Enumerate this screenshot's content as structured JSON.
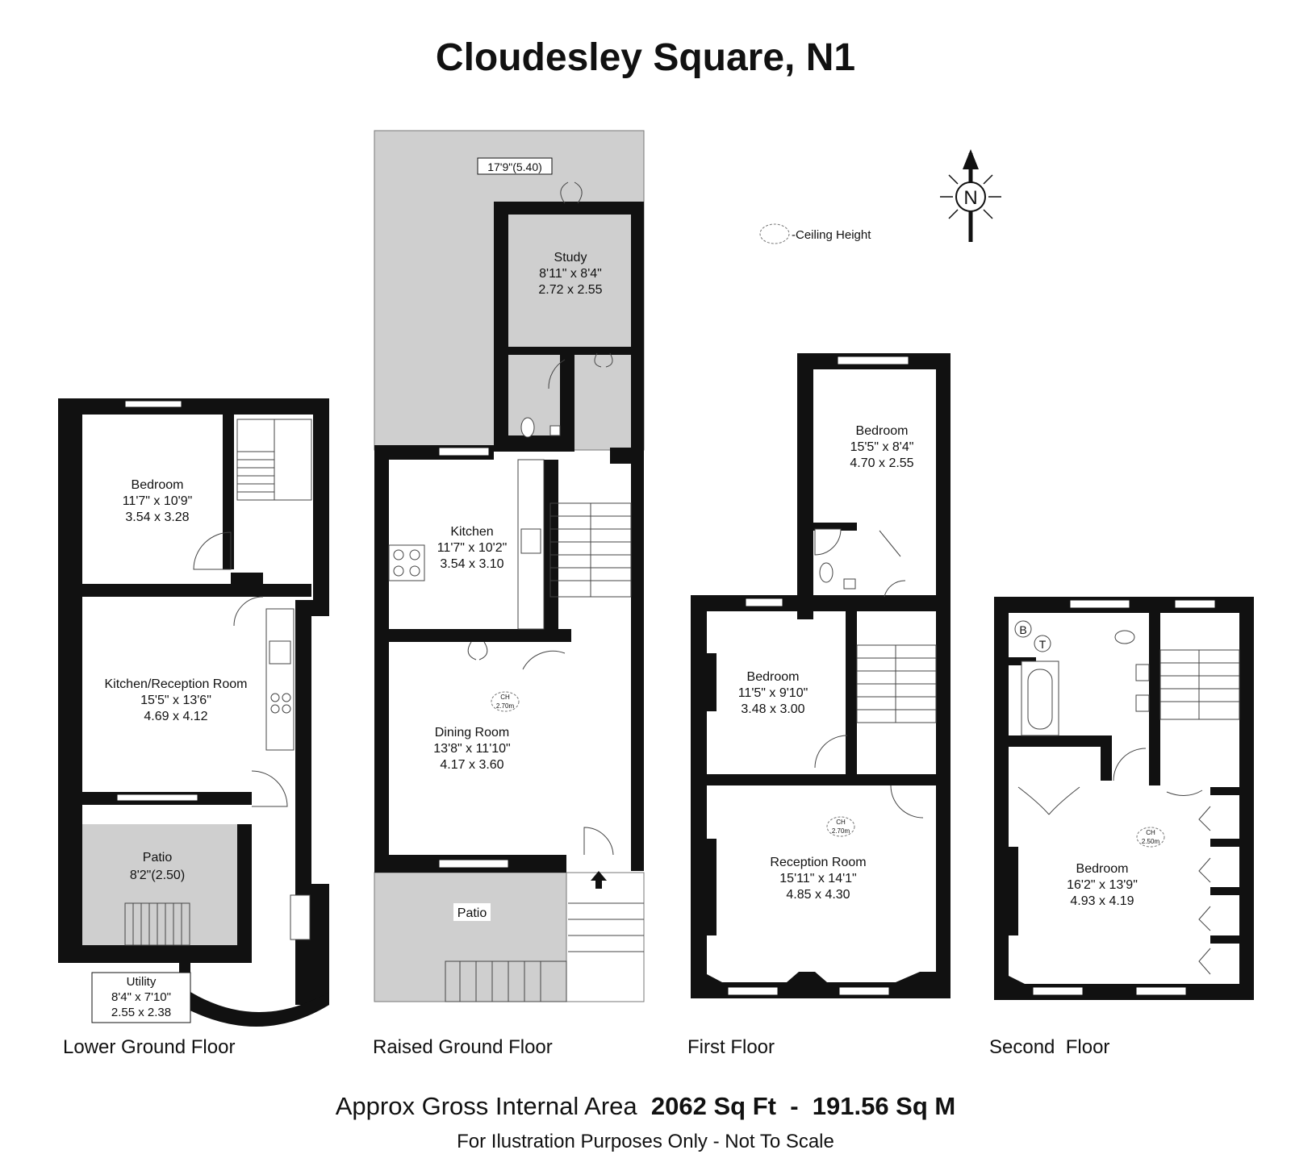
{
  "title": "Cloudesley Square, N1",
  "compass": {
    "letter": "N"
  },
  "legend": {
    "ceiling_height": "-Ceiling Height"
  },
  "floors": [
    {
      "label": "Lower Ground Floor"
    },
    {
      "label": "Raised Ground Floor"
    },
    {
      "label": "First Floor"
    },
    {
      "label": "Second  Floor"
    }
  ],
  "rooms": {
    "lg_bedroom": {
      "name": "Bedroom",
      "imperial": "11'7\" x 10'9\"",
      "metric": "3.54 x 3.28"
    },
    "lg_kitchen": {
      "name": "Kitchen/Reception Room",
      "imperial": "15'5\" x 13'6\"",
      "metric": "4.69 x 4.12"
    },
    "lg_patio": {
      "name": "Patio",
      "imperial": "8'2\"(2.50)"
    },
    "lg_utility": {
      "name": "Utility",
      "imperial": "8'4\" x 7'10\"",
      "metric": "2.55 x 2.38"
    },
    "rg_study": {
      "name": "Study",
      "imperial": "8'11\" x 8'4\"",
      "metric": "2.72 x 2.55"
    },
    "rg_garden_width": {
      "imperial": "17'9\"(5.40)"
    },
    "rg_kitchen": {
      "name": "Kitchen",
      "imperial": "11'7\" x 10'2\"",
      "metric": "3.54 x 3.10"
    },
    "rg_dining": {
      "name": "Dining Room",
      "imperial": "13'8\" x 11'10\"",
      "metric": "4.17 x 3.60",
      "ch": "2.70m"
    },
    "rg_patio": {
      "name": "Patio"
    },
    "ff_bedroom_rear": {
      "name": "Bedroom",
      "imperial": "15'5\" x 8'4\"",
      "metric": "4.70 x 2.55"
    },
    "ff_bedroom": {
      "name": "Bedroom",
      "imperial": "11'5\" x 9'10\"",
      "metric": "3.48 x 3.00"
    },
    "ff_reception": {
      "name": "Reception Room",
      "imperial": "15'11\" x 14'1\"",
      "metric": "4.85 x 4.30",
      "ch": "2.70m"
    },
    "sf_bedroom": {
      "name": "Bedroom",
      "imperial": "16'2\" x 13'9\"",
      "metric": "4.93 x 4.19",
      "ch": "2.50m"
    },
    "sf_boiler": {
      "label": "B"
    },
    "sf_tank": {
      "label": "T"
    }
  },
  "ch_label": "CH",
  "footer": {
    "area_prefix": "Approx Gross Internal Area",
    "area_value": "2062 Sq Ft  -  191.56 Sq M",
    "disclaimer": "For Ilustration Purposes Only - Not To Scale"
  }
}
